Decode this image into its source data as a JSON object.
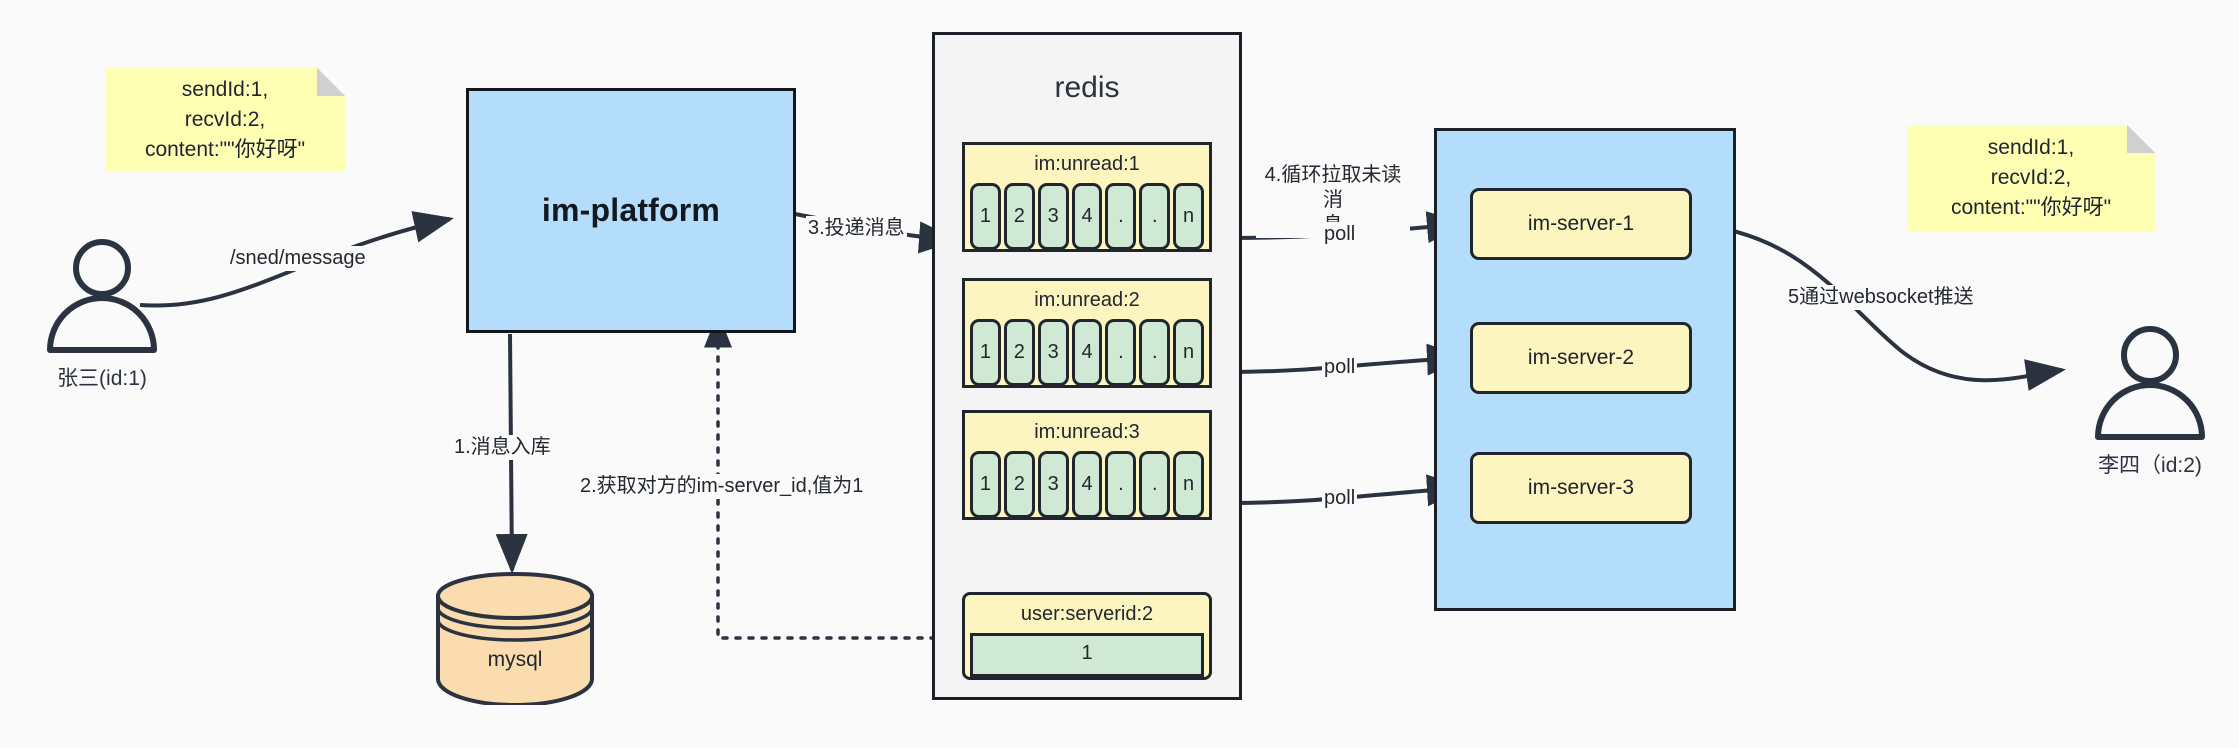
{
  "diagram": {
    "title": "IM message delivery architecture",
    "colors": {
      "background": "#fafafa",
      "note_yellow": "#ffffb3",
      "box_blue": "#b3ddfb",
      "key_yellow": "#fdf5c0",
      "cell_green": "#cfe9d5",
      "db_orange": "#fbdcae",
      "stroke": "#21262e"
    }
  },
  "notes": {
    "left": "sendId:1,\nrecvId:2,\ncontent:\"\"你好呀\"",
    "right": "sendId:1,\nrecvId:2,\ncontent:\"\"你好呀\""
  },
  "actors": {
    "sender": {
      "label": "张三(id:1)",
      "icon": "person-icon"
    },
    "receiver": {
      "label": "李四（id:2)",
      "icon": "person-icon"
    }
  },
  "platform": {
    "label": "im-platform"
  },
  "database": {
    "label": "mysql",
    "icon": "database-cylinder-icon"
  },
  "redis": {
    "title": "redis",
    "lists": [
      {
        "key": "im:unread:1",
        "cells": [
          "1",
          "2",
          "3",
          "4",
          ".",
          ".",
          "n"
        ]
      },
      {
        "key": "im:unread:2",
        "cells": [
          "1",
          "2",
          "3",
          "4",
          ".",
          ".",
          "n"
        ]
      },
      {
        "key": "im:unread:3",
        "cells": [
          "1",
          "2",
          "3",
          "4",
          ".",
          ".",
          "n"
        ]
      }
    ],
    "kv": {
      "key": "user:serverid:2",
      "value": "1"
    }
  },
  "servers": [
    {
      "label": "im-server-1"
    },
    {
      "label": "im-server-2"
    },
    {
      "label": "im-server-3"
    }
  ],
  "edges": {
    "send_message": "/sned/message",
    "step1": "1.消息入库",
    "step2": "2.获取对方的im-server_id,值为1",
    "step3": "3.投递消息",
    "step4": "4.循环拉取未读消\n息",
    "poll1": "poll",
    "poll2": "poll",
    "poll3": "poll",
    "step5": "5通过websocket推送"
  }
}
